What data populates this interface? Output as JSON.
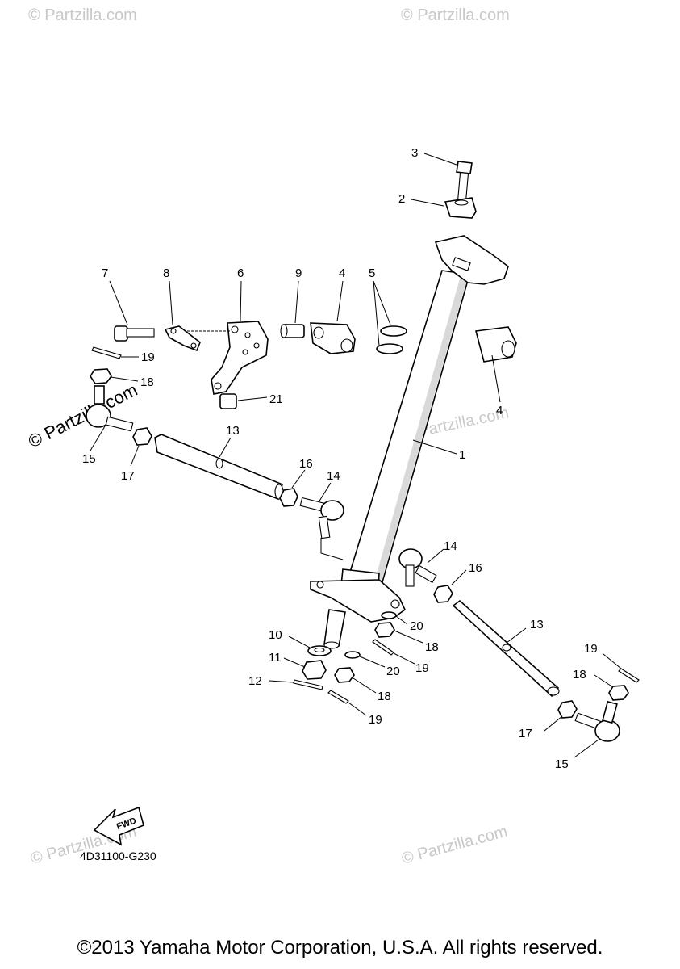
{
  "watermark": "© Partzilla.com",
  "diagram_code": "4D31100-G230",
  "fwd_label": "FWD",
  "copyright": "©2013 Yamaha Motor Corporation, U.S.A. All rights reserved.",
  "callouts": {
    "c1": "1",
    "c2": "2",
    "c3": "3",
    "c4a": "4",
    "c4b": "4",
    "c5": "5",
    "c6": "6",
    "c7": "7",
    "c8": "8",
    "c9": "9",
    "c10": "10",
    "c11": "11",
    "c12": "12",
    "c13a": "13",
    "c13b": "13",
    "c14a": "14",
    "c14b": "14",
    "c15a": "15",
    "c15b": "15",
    "c16a": "16",
    "c16b": "16",
    "c17a": "17",
    "c17b": "17",
    "c18a": "18",
    "c18b": "18",
    "c18c": "18",
    "c18d": "18",
    "c19a": "19",
    "c19b": "19",
    "c19c": "19",
    "c19d": "19",
    "c20a": "20",
    "c20b": "20",
    "c21": "21"
  }
}
